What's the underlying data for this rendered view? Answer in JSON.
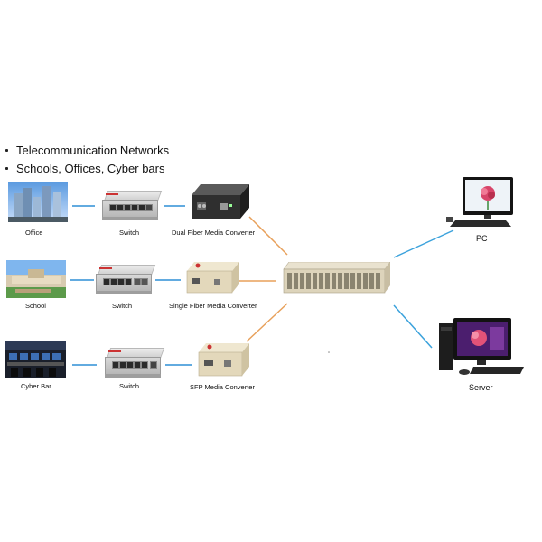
{
  "bullets": [
    "Telecommunication Networks",
    "Schools, Offices, Cyber bars"
  ],
  "rows": [
    {
      "site": "Office",
      "switch": "Switch",
      "converter": "Dual Fiber Media Converter"
    },
    {
      "site": "School",
      "switch": "Switch",
      "converter": "Single Fiber Media Converter"
    },
    {
      "site": "Cyber Bar",
      "switch": "Switch",
      "converter": "SFP Media Converter"
    }
  ],
  "endpoints": {
    "pc": "PC",
    "server": "Server"
  },
  "colors": {
    "switch_link": "#2e8fd6",
    "converter_link": "#e8a05a",
    "endpoint_link": "#3ba2dc"
  },
  "icons": {
    "rack": "media-converter-chassis",
    "pc": "desktop-pc",
    "server": "server-tower"
  }
}
